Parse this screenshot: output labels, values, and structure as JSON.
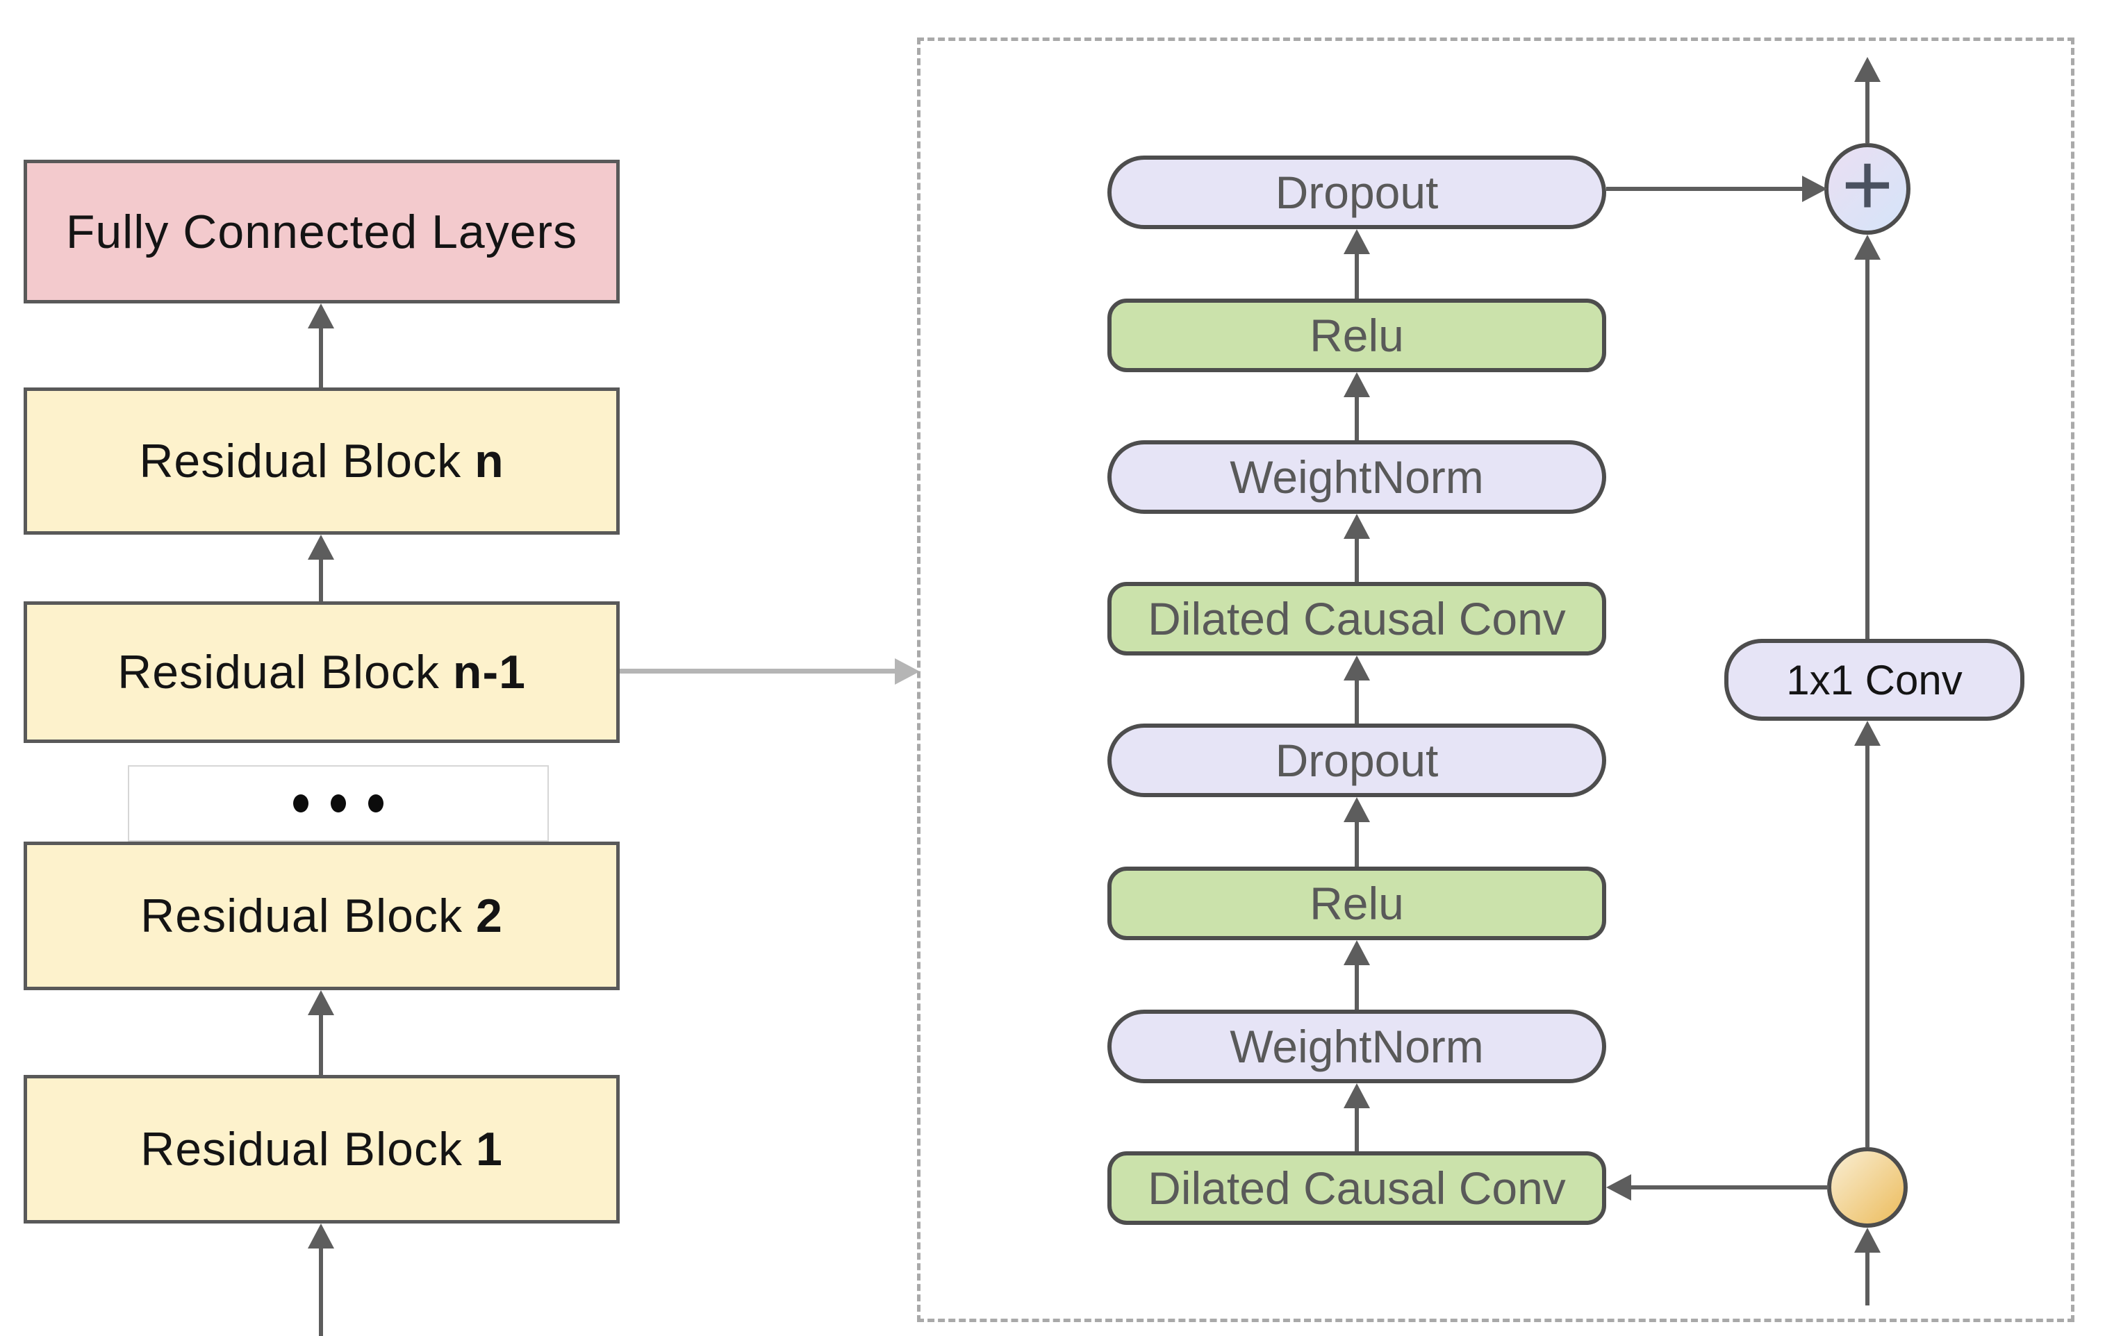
{
  "left_column": {
    "output_box": {
      "label": "Fully Connected Layers"
    },
    "residual_blocks": [
      {
        "prefix": "Residual Block",
        "bold": "n"
      },
      {
        "prefix": "Residual Block",
        "bold": "n-1"
      },
      {
        "prefix": "Residual Block",
        "bold": "2"
      },
      {
        "prefix": "Residual Block",
        "bold": "1"
      }
    ],
    "ellipsis_dot_count": 3
  },
  "residual_block_detail": {
    "stack": [
      {
        "label": "Dropout",
        "variant": "lavender"
      },
      {
        "label": "Relu",
        "variant": "green"
      },
      {
        "label": "WeightNorm",
        "variant": "lavender"
      },
      {
        "label": "Dilated Causal Conv",
        "variant": "green"
      },
      {
        "label": "Dropout",
        "variant": "lavender"
      },
      {
        "label": "Relu",
        "variant": "green"
      },
      {
        "label": "WeightNorm",
        "variant": "lavender"
      },
      {
        "label": "Dilated Causal Conv",
        "variant": "green"
      }
    ],
    "skip_connection": {
      "conv_label": "1x1 Conv",
      "sum_operator": "+"
    }
  },
  "colors": {
    "pink_fill": "#f3cacd",
    "yellow_fill": "#fdf2cc",
    "green_fill": "#cbe2ab",
    "lavender_fill": "#e6e4f6",
    "left_box_border": "#595959",
    "right_box_border": "#4d4d4d",
    "arrow_dark": "#5d5d5d",
    "arrow_light": "#b5b5b5",
    "dashed_border": "#a9a9a9",
    "text_dark": "#141414",
    "text_gray": "#595959",
    "sum_node_gradient_start": "#eadff2",
    "sum_node_gradient_end": "#d5e4f9",
    "input_node_gradient_start": "#f9eed4",
    "input_node_gradient_end": "#ecbc5c"
  }
}
